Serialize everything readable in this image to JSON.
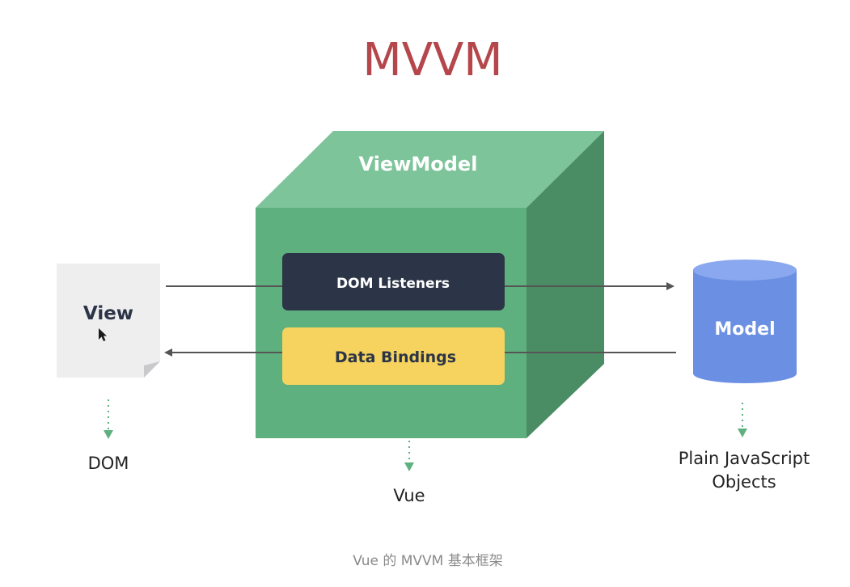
{
  "title": "MVVM",
  "viewmodel": {
    "title": "ViewModel",
    "dom_listeners": "DOM Listeners",
    "data_bindings": "Data Bindings",
    "sub_label": "Vue"
  },
  "view": {
    "label": "View",
    "sub_label": "DOM"
  },
  "model": {
    "label": "Model",
    "sub_label_line1": "Plain JavaScript",
    "sub_label_line2": "Objects"
  },
  "caption": "Vue 的 MVVM 基本框架",
  "colors": {
    "title": "#b5464b",
    "cube_front": "#5fb07f",
    "cube_top": "#7dc49a",
    "cube_side": "#4a8c64",
    "dom_listeners_box": "#2c3547",
    "data_bindings_box": "#f6d35e",
    "model_cylinder": "#6b8fe3",
    "view_page": "#eeeeef",
    "dotted_arrow": "#5fb07f",
    "arrow": "#555555"
  },
  "icons": {
    "cursor": "mouse-cursor-icon"
  }
}
